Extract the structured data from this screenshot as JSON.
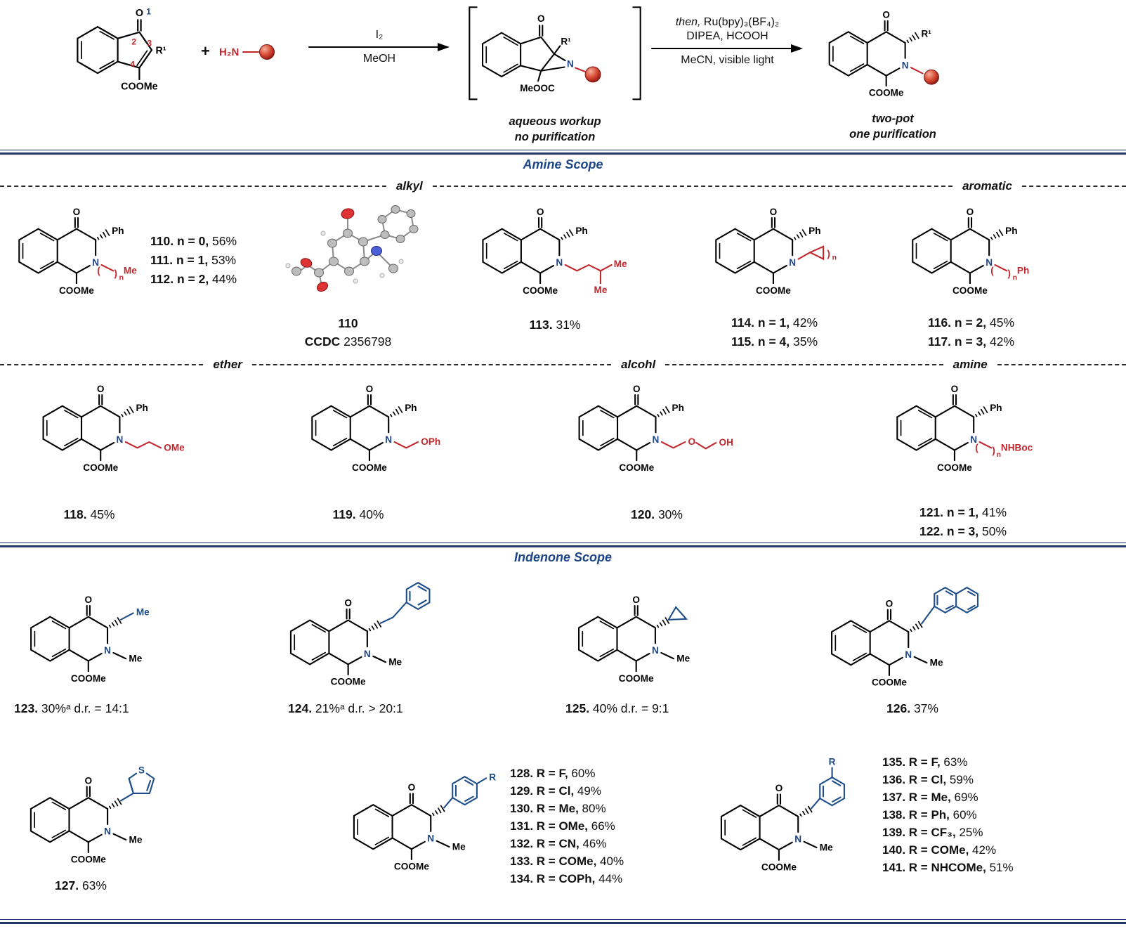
{
  "scheme": {
    "plus": "+",
    "h2n": "H₂N",
    "arrow1_top": "I₂",
    "arrow1_bottom": "MeOH",
    "then_italic": "then,",
    "arrow2_ru": " Ru(bpy)₃(BF₄)₂",
    "arrow2_top2": "DIPEA, HCOOH",
    "arrow2_bottom": "MeCN, visible light",
    "workup1": "aqueous workup",
    "workup2": "no purification",
    "twopot1": "two-pot",
    "twopot2": "one purification",
    "num1": "1",
    "num2": "2",
    "num3": "3",
    "num4": "4",
    "r1": "R¹",
    "meooc": "MeOOC"
  },
  "labels": {
    "o": "O",
    "n": "N",
    "s": "S",
    "coome": "COOMe",
    "ph": "Ph",
    "me": "Me",
    "r": "R",
    "ome": "OMe",
    "oph": "OPh",
    "oh": "OH",
    "nhboc": "NHBoc",
    "lp": "(",
    "rp": ")",
    "sub_n": "n"
  },
  "sections": {
    "amine": "Amine Scope",
    "indenone": "Indenone Scope"
  },
  "categories": {
    "alkyl": "alkyl",
    "aromatic": "aromatic",
    "ether": "ether",
    "alcohol": "alcohl",
    "amine": "amine"
  },
  "compounds": {
    "c110": {
      "b": "110. n = 0,",
      "r": " 56%"
    },
    "c111": {
      "b": "111. n = 1,",
      "r": " 53%"
    },
    "c112": {
      "b": "112. n = 2,",
      "r": " 44%"
    },
    "c113": {
      "b": "113.",
      "r": " 31%"
    },
    "c114": {
      "b": "114. n = 1,",
      "r": " 42%"
    },
    "c115": {
      "b": "115. n = 4,",
      "r": " 35%"
    },
    "c116": {
      "b": "116. n = 2,",
      "r": " 45%"
    },
    "c117": {
      "b": "117. n = 3,",
      "r": " 42%"
    },
    "c118": {
      "b": "118.",
      "r": " 45%"
    },
    "c119": {
      "b": "119.",
      "r": " 40%"
    },
    "c120": {
      "b": "120.",
      "r": " 30%"
    },
    "c121": {
      "b": "121. n = 1,",
      "r": " 41%"
    },
    "c122": {
      "b": "122. n = 3,",
      "r": " 50%"
    },
    "c123": {
      "b": "123.",
      "r": " 30%ᵃ d.r. = 14:1"
    },
    "c124": {
      "b": "124.",
      "r": " 21%ᵃ d.r. > 20:1"
    },
    "c125": {
      "b": "125.",
      "r": " 40% d.r. = 9:1"
    },
    "c126": {
      "b": "126.",
      "r": " 37%"
    },
    "c127": {
      "b": "127.",
      "r": " 63%"
    },
    "xray_num": "110",
    "xray_ccdc_b": "CCDC",
    "xray_ccdc_r": " 2356798",
    "para": [
      {
        "b": "128. R = F,",
        "r": " 60%"
      },
      {
        "b": "129. R = Cl,",
        "r": " 49%"
      },
      {
        "b": "130. R = Me,",
        "r": " 80%"
      },
      {
        "b": "131. R = OMe,",
        "r": " 66%"
      },
      {
        "b": "132. R = CN,",
        "r": " 46%"
      },
      {
        "b": "133. R = COMe,",
        "r": " 40%"
      },
      {
        "b": "134. R = COPh,",
        "r": " 44%"
      }
    ],
    "meta": [
      {
        "b": "135. R = F,",
        "r": " 63%"
      },
      {
        "b": "136. R = Cl,",
        "r": " 59%"
      },
      {
        "b": "137. R = Me,",
        "r": " 69%"
      },
      {
        "b": "138. R = Ph,",
        "r": " 60%"
      },
      {
        "b": "139. R = CF₃,",
        "r": " 25%"
      },
      {
        "b": "140. R = COMe,",
        "r": " 42%"
      },
      {
        "b": "141. R = NHCOMe,",
        "r": " 51%"
      }
    ]
  }
}
